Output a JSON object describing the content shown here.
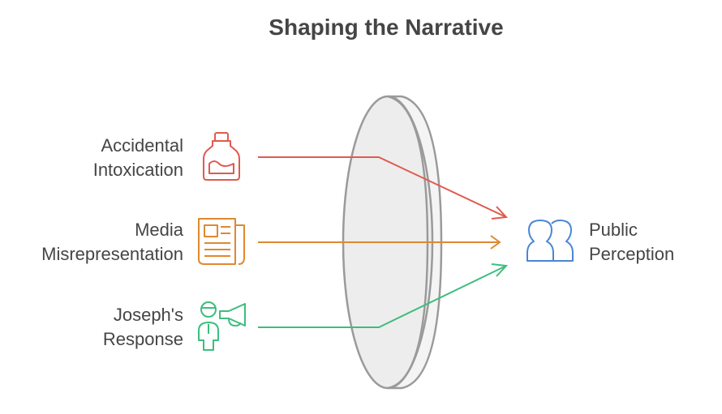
{
  "title": "Shaping the Narrative",
  "inputs": [
    {
      "label": "Accidental\nIntoxication",
      "icon": "bottle-icon",
      "color": "#e05a4f"
    },
    {
      "label": "Media\nMisrepresentation",
      "icon": "newspaper-icon",
      "color": "#e0882f"
    },
    {
      "label": "Joseph's\nResponse",
      "icon": "megaphone-person-icon",
      "color": "#3dbd7d"
    }
  ],
  "output": {
    "label": "Public\nPerception",
    "icon": "people-icon",
    "color": "#4a86d4"
  },
  "lens_color": "#ededed"
}
